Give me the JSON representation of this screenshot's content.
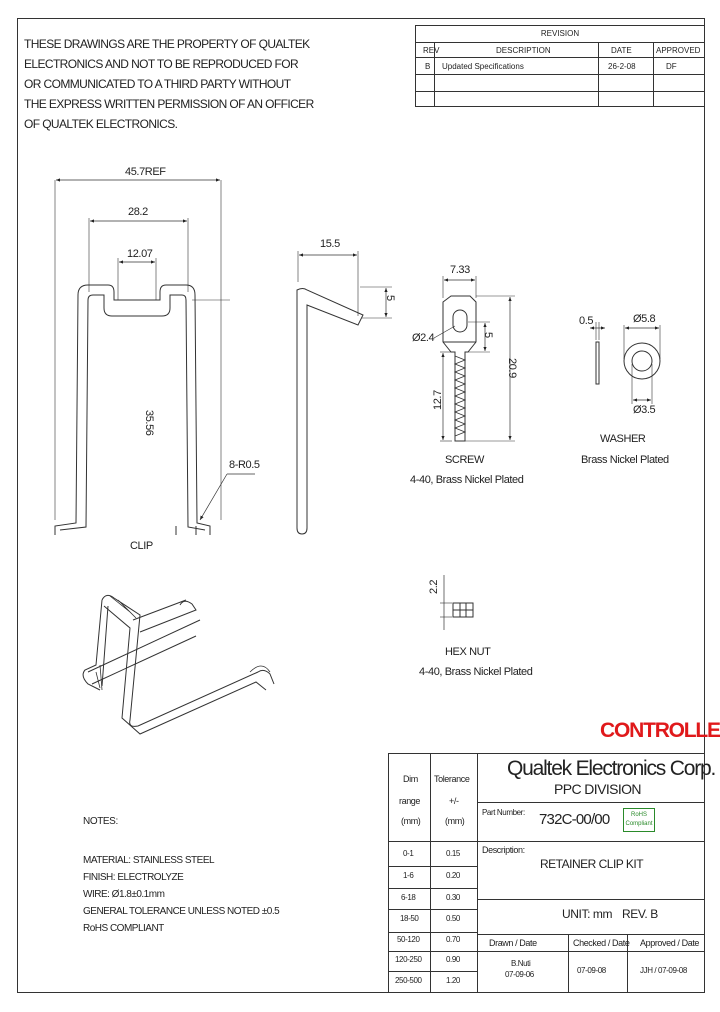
{
  "notice": {
    "lines": [
      "THESE DRAWINGS ARE THE PROPERTY OF QUALTEK",
      "ELECTRONICS AND NOT TO BE REPRODUCED FOR",
      "OR COMMUNICATED TO A THIRD PARTY WITHOUT",
      "THE EXPRESS WRITTEN PERMISSION OF AN OFFICER",
      "OF QUALTEK ELECTRONICS."
    ]
  },
  "revision": {
    "title": "REVISION",
    "headers": {
      "rev": "REV",
      "description": "DESCRIPTION",
      "date": "DATE",
      "approved": "APPROVED"
    },
    "rows": [
      {
        "rev": "B",
        "description": "Updated Specifications",
        "date": "26-2-08",
        "approved": "DF"
      }
    ]
  },
  "clip": {
    "dim_overall": "45.7REF",
    "dim_inner": "28.2",
    "dim_center": "12.07",
    "dim_height": "35.56",
    "dim_radius": "8-R0.5",
    "side_width": "15.5",
    "side_height": "5",
    "label": "CLIP"
  },
  "screw": {
    "dim_head": "7.33",
    "dim_dia": "Ø2.4",
    "dim_head_len": "5",
    "dim_total": "20.9",
    "dim_thread": "12.7",
    "label": "SCREW",
    "spec": "4-40, Brass Nickel Plated"
  },
  "washer": {
    "dim_thick": "0.5",
    "dim_outer": "Ø5.8",
    "dim_inner": "Ø3.5",
    "label": "WASHER",
    "spec": "Brass Nickel Plated"
  },
  "hexnut": {
    "dim_height": "2.2",
    "label": "HEX NUT",
    "spec": "4-40, Brass Nickel Plated"
  },
  "controlled": "CONTROLLED",
  "notes": {
    "title": "NOTES:",
    "lines": [
      "MATERIAL: STAINLESS STEEL",
      "FINISH: ELECTROLYZE",
      "WIRE: Ø1.8±0.1mm",
      "GENERAL TOLERANCE UNLESS NOTED ±0.5",
      "RoHS COMPLIANT"
    ]
  },
  "titleblock": {
    "tol_header": {
      "dim": "Dim",
      "range": "range",
      "unit": "(mm)",
      "tol": "Tolerance",
      "pm": "+/-",
      "tol_unit": "(mm)"
    },
    "tol_rows": [
      {
        "range": "0-1",
        "tol": "0.15"
      },
      {
        "range": "1-6",
        "tol": "0.20"
      },
      {
        "range": "6-18",
        "tol": "0.30"
      },
      {
        "range": "18-50",
        "tol": "0.50"
      },
      {
        "range": "50-120",
        "tol": "0.70"
      },
      {
        "range": "120-250",
        "tol": "0.90"
      },
      {
        "range": "250-500",
        "tol": "1.20"
      }
    ],
    "company": "Qualtek Electronics Corp.",
    "division": "PPC DIVISION",
    "part_number_label": "Part Number:",
    "part_number": "732C-00/00",
    "rohs_line1": "RoHS",
    "rohs_line2": "Compliant",
    "description_label": "Description:",
    "description": "RETAINER CLIP KIT",
    "unit": "UNIT: mm",
    "rev": "REV. B",
    "drawn_label": "Drawn / Date",
    "checked_label": "Checked / Date",
    "approved_label": "Approved / Date",
    "drawn_name": "B.Nuti",
    "drawn_date": "07-09-06",
    "checked": "07-09-08",
    "approved": "JJH / 07-09-08"
  }
}
